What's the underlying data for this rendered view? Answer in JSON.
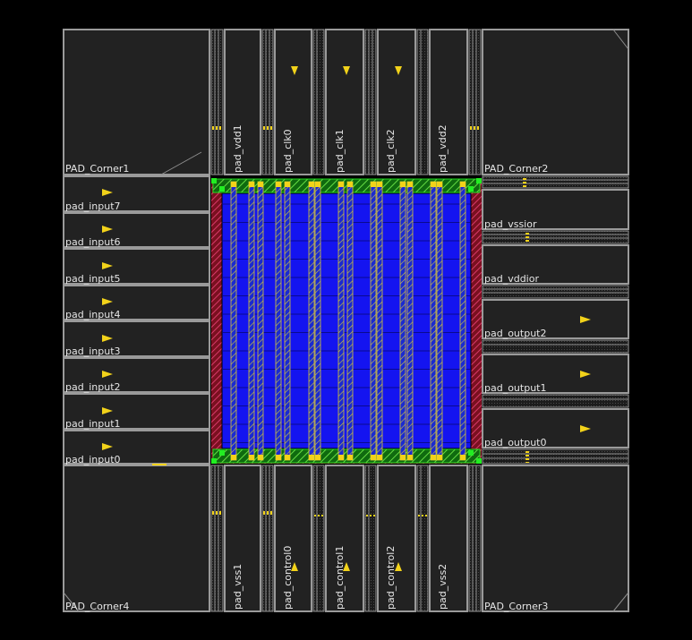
{
  "colors": {
    "background": "#000000",
    "pad_outline": "#9a9a9a",
    "pad_fill": "#222222",
    "core_fill": "#1010ee",
    "core_ring": "#22aa22",
    "core_outer": "#b01a3a",
    "strap": "#f2d21a",
    "label": "#e6e6e6"
  },
  "corners": {
    "top_left": "PAD_Corner1",
    "top_right": "PAD_Corner2",
    "bottom_right": "PAD_Corner3",
    "bottom_left": "PAD_Corner4"
  },
  "top_pads": [
    "pad_vdd1",
    "pad_clk0",
    "pad_clk1",
    "pad_clk2",
    "pad_vdd2"
  ],
  "bottom_pads": [
    "pad_vss1",
    "pad_control0",
    "pad_control1",
    "pad_control2",
    "pad_vss2"
  ],
  "left_pads": [
    "pad_input7",
    "pad_input6",
    "pad_input5",
    "pad_input4",
    "pad_input3",
    "pad_input2",
    "pad_input1",
    "pad_input0"
  ],
  "right_pads": [
    "pad_vssior",
    "pad_vddior",
    "pad_output2",
    "pad_output1",
    "pad_output0"
  ]
}
